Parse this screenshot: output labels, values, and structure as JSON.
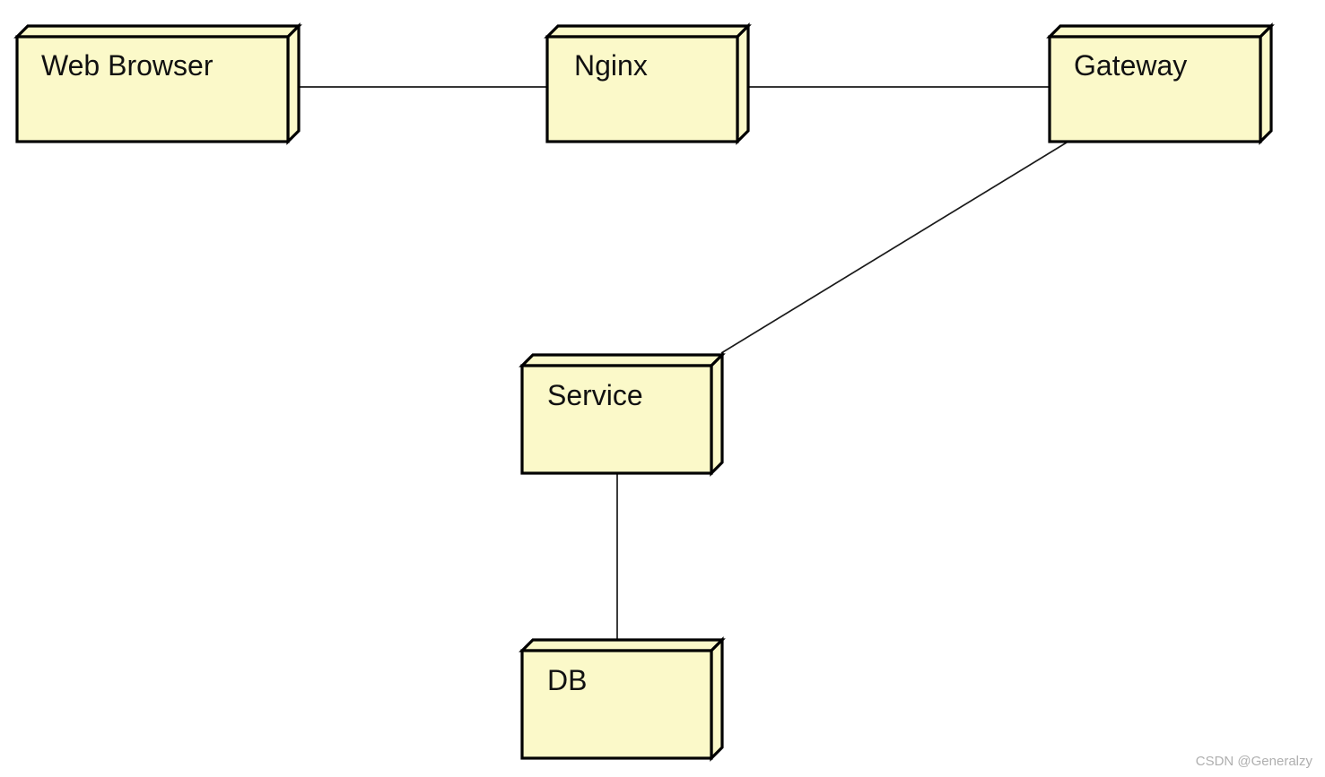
{
  "diagram": {
    "type": "uml-deployment-diagram",
    "nodes": [
      {
        "id": "web-browser",
        "label": "Web Browser"
      },
      {
        "id": "nginx",
        "label": "Nginx"
      },
      {
        "id": "gateway",
        "label": "Gateway"
      },
      {
        "id": "service",
        "label": "Service"
      },
      {
        "id": "db",
        "label": "DB"
      }
    ],
    "edges": [
      {
        "from": "Web Browser",
        "to": "Nginx"
      },
      {
        "from": "Nginx",
        "to": "Gateway"
      },
      {
        "from": "Gateway",
        "to": "Service"
      },
      {
        "from": "Service",
        "to": "DB"
      }
    ],
    "colors": {
      "node_fill": "#FBF9C9",
      "node_border": "#000000",
      "connector": "#1a1a1a",
      "background": "#FFFFFF",
      "watermark_text": "#AFAFAF"
    }
  },
  "watermark": {
    "text": "CSDN @Generalzy"
  }
}
